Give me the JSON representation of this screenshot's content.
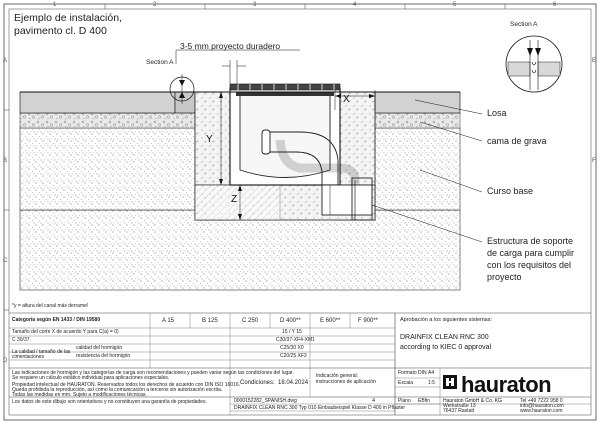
{
  "drawing": {
    "title_line1": "Ejemplo de instalación,",
    "title_line2": "pavimento cl. D 400",
    "section_a_left": "Section A",
    "section_a_right": "Section A",
    "joint_label": "3-5 mm proyecto duradero",
    "dim_x": "X",
    "dim_y": "Y",
    "dim_z": "Z",
    "labels": {
      "losa": "Losa",
      "grava": "cama de grava",
      "curso": "Curso base",
      "estructura_1": "Estructura de soporte",
      "estructura_2": "de carga para cumplir",
      "estructura_3": "con los requisitos del",
      "estructura_4": "proyecto"
    },
    "footnote": "*y = altura del canal más derrame!"
  },
  "ruler": {
    "top": [
      "1",
      "2",
      "3",
      "4",
      "5",
      "6"
    ],
    "side": [
      "A",
      "B",
      "C",
      "D",
      "E",
      "F"
    ]
  },
  "table": {
    "row1_label": "Categoría según EN 1433 / DIN 19580",
    "load_classes": [
      "A 15",
      "B 125",
      "C 250",
      "D 400**",
      "E 600**",
      "F 900**"
    ],
    "row2_label": "Tamaño del corte X de acuerdo Y para C(a) = 0)",
    "row2_value": "15 / Y 15",
    "row3_label": "C 30/37",
    "row3_value": "C30/37-XF4-XM1",
    "row4_label": "calidad del hormigón",
    "row4_value": "C25/30 X0",
    "row5_label": "resistencia del hormigón",
    "row5_value": "C20/25 XF3",
    "side_note_1": "La calidad / tamaño de las",
    "side_note_2": "cimentaciones",
    "approval_title": "Aprobación a los siguientes sistemas:",
    "approval_line1": "DRAINFIX CLEAN RNC 300",
    "approval_line2": "according to KIEC 0 approval",
    "conditions_label": "Condiciones:",
    "date": "18.04.2024",
    "instructions_1": "Indicación general:",
    "instructions_2": "instrucciones de aplicación",
    "sheet_no": "4",
    "file_name": "0000152282_SPANISH.dwg",
    "product_line": "DRAINFIX CLEAN RNC 300 Typ 010 Einbaubeispiel Klasse D 400 in Pflaster",
    "format_label": "Formato DIN",
    "format_value": "A4",
    "escala_label": "Escala",
    "escala_value": "1:5",
    "plano_label": "Plano",
    "plano_value": "EBfin",
    "legal_1": "Las indicaciones de hormigón y las categorías de carga son recomendaciones y pueden variar según las condiciones del lugar.",
    "legal_2": "Se requiere un cálculo estático individual para aplicaciones especiales.",
    "disclaimer_1": "Propiedad intelectual de HAURATON. Reservados todos los derechos de acuerdo con DIN ISO 16016.",
    "disclaimer_2": "Queda prohibida la reproducción, así como la comunicación a terceros sin autorización escrita.",
    "disclaimer_3": "Todas las medidas en mm. Sujeto a modificaciones técnicas.",
    "disclaimer_4": "Los datos de este dibujo son orientativos y no constituyen una garantía de propiedades.",
    "address_1": "Hauraton GmbH & Co. KG",
    "address_2": "Werkstraße 13",
    "address_3": "76437 Rastatt",
    "phone": "Tel +49 7222 958 0",
    "email": "info@hauraton.com",
    "web": "www.hauraton.com"
  },
  "brand": {
    "logo": "hauraton",
    "logo_icon": "hauraton-mark-icon"
  }
}
